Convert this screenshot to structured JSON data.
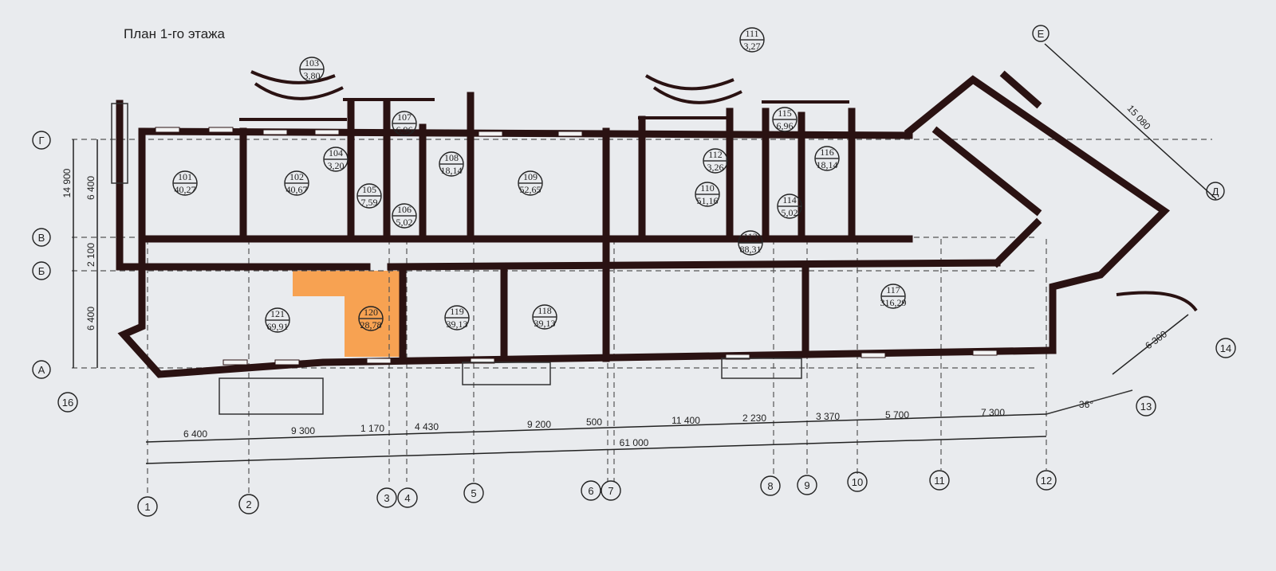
{
  "title": "План 1-го этажа",
  "highlight_color": "#f7a252",
  "rooms": [
    {
      "num": "101",
      "area": "40,27"
    },
    {
      "num": "102",
      "area": "40,67"
    },
    {
      "num": "103",
      "area": "3,80"
    },
    {
      "num": "104",
      "area": "3,20"
    },
    {
      "num": "105",
      "area": "7,59"
    },
    {
      "num": "106",
      "area": "5,02"
    },
    {
      "num": "107",
      "area": "6,96"
    },
    {
      "num": "108",
      "area": "18,14"
    },
    {
      "num": "109",
      "area": "52,65"
    },
    {
      "num": "110",
      "area": "51,16"
    },
    {
      "num": "111",
      "area": "3,27"
    },
    {
      "num": "112",
      "area": "3,26"
    },
    {
      "num": "113",
      "area": "88,31"
    },
    {
      "num": "114",
      "area": "5,02"
    },
    {
      "num": "115",
      "area": "6,96"
    },
    {
      "num": "116",
      "area": "18,14"
    },
    {
      "num": "117",
      "area": "316,29"
    },
    {
      "num": "118",
      "area": "39,13"
    },
    {
      "num": "119",
      "area": "39,13"
    },
    {
      "num": "120",
      "area": "28,78"
    },
    {
      "num": "121",
      "area": "69,91"
    }
  ],
  "row_axes": [
    "Г",
    "В",
    "Б",
    "А",
    "Д",
    "Е"
  ],
  "col_axes": [
    "1",
    "2",
    "3",
    "4",
    "5",
    "6",
    "7",
    "8",
    "9",
    "10",
    "11",
    "12",
    "13",
    "14",
    "16"
  ],
  "left_dims": [
    "14 900",
    "6 400",
    "2 100",
    "6 400"
  ],
  "bottom_dims": [
    "6 400",
    "9 300",
    "1 170",
    "4 430",
    "9 200",
    "500",
    "11 400",
    "2 230",
    "3 370",
    "5 700",
    "7 300"
  ],
  "total_dim": "61 000",
  "wing_dims": [
    "15 080",
    "6 300"
  ],
  "angle": "36°"
}
